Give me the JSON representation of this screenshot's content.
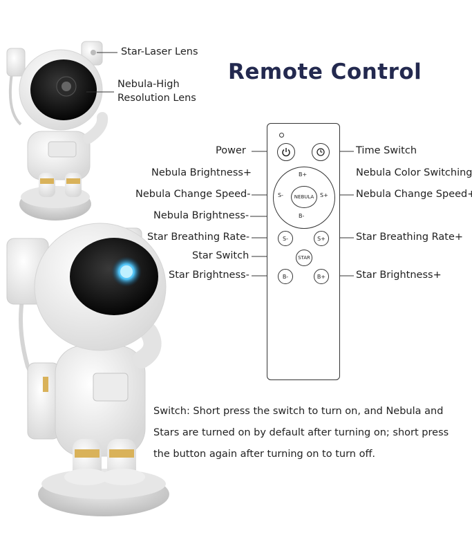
{
  "title": "Remote Control",
  "product_labels": {
    "star_laser_lens": "Star-Laser Lens",
    "nebula_lens_line1": "Nebula-High",
    "nebula_lens_line2": "Resolution Lens"
  },
  "callouts_left": {
    "power": "Power",
    "nebula_brightness_plus": "Nebula Brightness+",
    "nebula_change_speed_minus": "Nebula Change Speed-",
    "nebula_brightness_minus": "Nebula Brightness-",
    "star_breathing_rate_minus": "Star Breathing Rate-",
    "star_switch": "Star Switch",
    "star_brightness_minus": "Star Brightness-"
  },
  "callouts_right": {
    "time_switch": "Time Switch",
    "nebula_color_switching": "Nebula Color Switching",
    "nebula_change_speed_plus": "Nebula Change Speed+",
    "star_breathing_rate_plus": "Star Breathing Rate+",
    "star_brightness_plus": "Star Brightness+"
  },
  "remote_buttons": {
    "pad_top": "B+",
    "pad_left": "S-",
    "pad_center": "NEBULA",
    "pad_right": "S+",
    "pad_bottom": "B-",
    "star_s_minus": "S-",
    "star_s_plus": "S+",
    "star_center": "STAR",
    "star_b_minus": "B-",
    "star_b_plus": "B+"
  },
  "icons": {
    "power": "power-icon",
    "timer": "timer-icon"
  },
  "note": "Switch: Short press the switch to turn on, and Nebula and Stars are turned on by default after turning on; short press the button again after turning on to turn off.",
  "colors": {
    "title": "#23294f",
    "astronaut_body": "#f2f2f2",
    "visor": "#111111",
    "gold_accent": "#d9b25a",
    "nebula_glow": "#4fc3f7"
  }
}
